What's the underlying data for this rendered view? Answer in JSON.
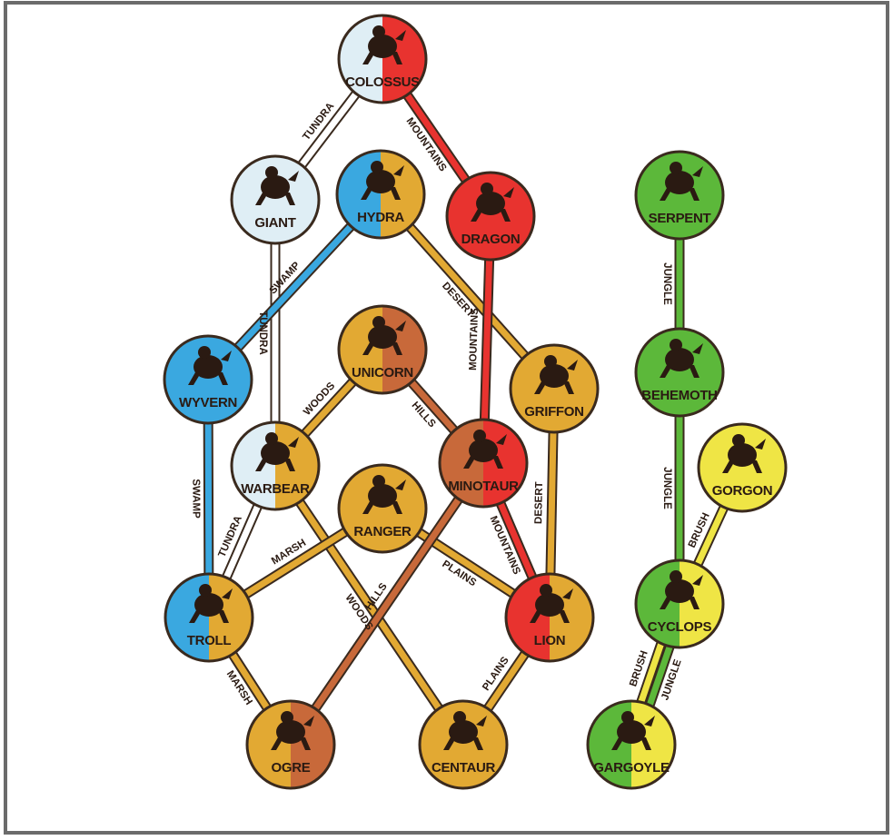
{
  "diagram": {
    "nodes": [
      {
        "id": "colossus",
        "label": "COLOSSUS",
        "colors": [
          "#dfeef5",
          "#e8332f"
        ],
        "icon": "colossus-icon"
      },
      {
        "id": "giant",
        "label": "GIANT",
        "colors": [
          "#dfeef5",
          "#dfeef5"
        ],
        "icon": "giant-icon"
      },
      {
        "id": "hydra",
        "label": "HYDRA",
        "colors": [
          "#3aa8e0",
          "#e2a933"
        ],
        "icon": "hydra-icon"
      },
      {
        "id": "dragon",
        "label": "DRAGON",
        "colors": [
          "#e8332f",
          "#e8332f"
        ],
        "icon": "dragon-icon"
      },
      {
        "id": "wyvern",
        "label": "WYVERN",
        "colors": [
          "#3aa8e0",
          "#3aa8e0"
        ],
        "icon": "wyvern-icon"
      },
      {
        "id": "unicorn",
        "label": "UNICORN",
        "colors": [
          "#e2a933",
          "#c8693a"
        ],
        "icon": "unicorn-icon"
      },
      {
        "id": "griffon",
        "label": "GRIFFON",
        "colors": [
          "#e2a933",
          "#e2a933"
        ],
        "icon": "griffon-icon"
      },
      {
        "id": "warbear",
        "label": "WARBEAR",
        "colors": [
          "#dfeef5",
          "#e2a933"
        ],
        "icon": "warbear-icon"
      },
      {
        "id": "ranger",
        "label": "RANGER",
        "colors": [
          "#e2a933",
          "#e2a933"
        ],
        "icon": "ranger-icon"
      },
      {
        "id": "minotaur",
        "label": "MINOTAUR",
        "colors": [
          "#c8693a",
          "#e8332f"
        ],
        "icon": "minotaur-icon"
      },
      {
        "id": "troll",
        "label": "TROLL",
        "colors": [
          "#3aa8e0",
          "#e2a933"
        ],
        "icon": "troll-icon"
      },
      {
        "id": "lion",
        "label": "LION",
        "colors": [
          "#e8332f",
          "#e2a933"
        ],
        "icon": "lion-icon"
      },
      {
        "id": "ogre",
        "label": "OGRE",
        "colors": [
          "#e2a933",
          "#c8693a"
        ],
        "icon": "ogre-icon"
      },
      {
        "id": "centaur",
        "label": "CENTAUR",
        "colors": [
          "#e2a933",
          "#e2a933"
        ],
        "icon": "centaur-icon"
      },
      {
        "id": "serpent",
        "label": "SERPENT",
        "colors": [
          "#5cb83a",
          "#5cb83a"
        ],
        "icon": "serpent-icon"
      },
      {
        "id": "behemoth",
        "label": "BEHEMOTH",
        "colors": [
          "#5cb83a",
          "#5cb83a"
        ],
        "icon": "behemoth-icon"
      },
      {
        "id": "gorgon",
        "label": "GORGON",
        "colors": [
          "#efe545",
          "#efe545"
        ],
        "icon": "gorgon-icon"
      },
      {
        "id": "cyclops",
        "label": "CYCLOPS",
        "colors": [
          "#5cb83a",
          "#efe545"
        ],
        "icon": "cyclops-icon"
      },
      {
        "id": "gargoyle",
        "label": "GARGOYLE",
        "colors": [
          "#5cb83a",
          "#efe545"
        ],
        "icon": "gargoyle-icon"
      }
    ],
    "edges": [
      {
        "from": "colossus",
        "to": "giant",
        "label": "TUNDRA",
        "color": "#ffffff"
      },
      {
        "from": "colossus",
        "to": "dragon",
        "label": "MOUNTAINS",
        "color": "#e8332f"
      },
      {
        "from": "giant",
        "to": "warbear",
        "label": "TUNDRA",
        "color": "#ffffff"
      },
      {
        "from": "hydra",
        "to": "wyvern",
        "label": "SWAMP",
        "color": "#3aa8e0"
      },
      {
        "from": "hydra",
        "to": "griffon",
        "label": "DESERT",
        "color": "#e2a933"
      },
      {
        "from": "dragon",
        "to": "minotaur",
        "label": "MOUNTAINS",
        "color": "#e8332f"
      },
      {
        "from": "wyvern",
        "to": "troll",
        "label": "SWAMP",
        "color": "#3aa8e0"
      },
      {
        "from": "unicorn",
        "to": "warbear",
        "label": "WOODS",
        "color": "#e2a933"
      },
      {
        "from": "unicorn",
        "to": "minotaur",
        "label": "HILLS",
        "color": "#c8693a"
      },
      {
        "from": "griffon",
        "to": "lion",
        "label": "DESERT",
        "color": "#e2a933"
      },
      {
        "from": "warbear",
        "to": "troll",
        "label": "TUNDRA",
        "color": "#ffffff"
      },
      {
        "from": "warbear",
        "to": "centaur",
        "label": "WOODS",
        "color": "#e2a933"
      },
      {
        "from": "ranger",
        "to": "troll",
        "label": "MARSH",
        "color": "#e2a933"
      },
      {
        "from": "ranger",
        "to": "lion",
        "label": "PLAINS",
        "color": "#e2a933"
      },
      {
        "from": "minotaur",
        "to": "lion",
        "label": "MOUNTAINS",
        "color": "#e8332f"
      },
      {
        "from": "minotaur",
        "to": "ogre",
        "label": "HILLS",
        "color": "#c8693a"
      },
      {
        "from": "troll",
        "to": "ogre",
        "label": "MARSH",
        "color": "#e2a933"
      },
      {
        "from": "lion",
        "to": "centaur",
        "label": "PLAINS",
        "color": "#e2a933"
      },
      {
        "from": "serpent",
        "to": "behemoth",
        "label": "JUNGLE",
        "color": "#5cb83a"
      },
      {
        "from": "behemoth",
        "to": "cyclops",
        "label": "JUNGLE",
        "color": "#5cb83a"
      },
      {
        "from": "gorgon",
        "to": "cyclops",
        "label": "BRUSH",
        "color": "#efe545"
      },
      {
        "from": "cyclops",
        "to": "gargoyle",
        "label": "JUNGLE",
        "color": "#5cb83a"
      },
      {
        "from": "cyclops",
        "to": "gargoyle",
        "label": "BRUSH",
        "color": "#efe545"
      }
    ]
  }
}
